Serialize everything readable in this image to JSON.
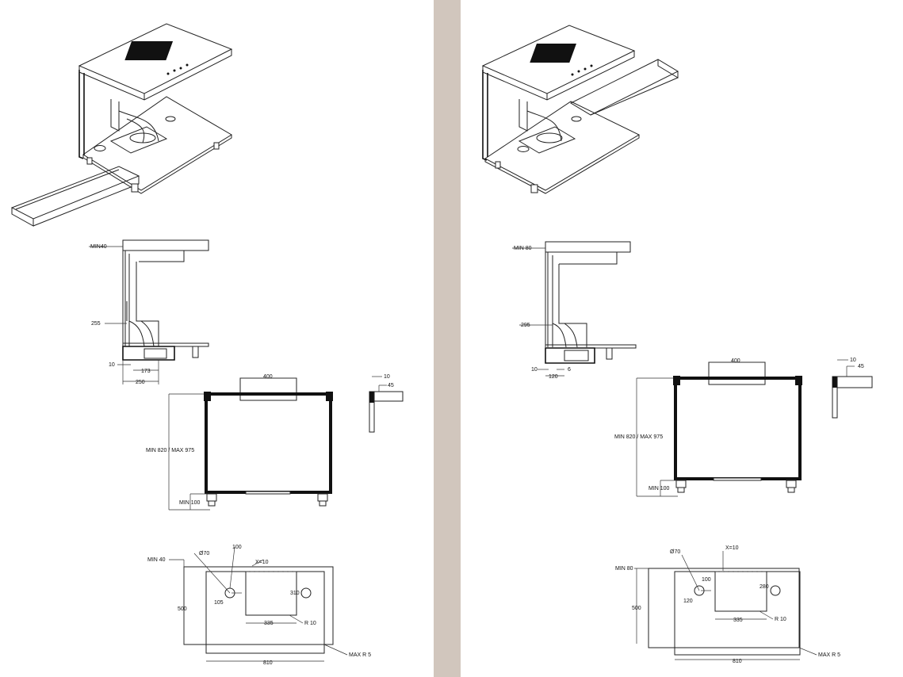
{
  "left": {
    "side": {
      "min_top": "MIN40",
      "height": "255",
      "bottom": "10",
      "width_a": "173",
      "width_b": "250"
    },
    "front": {
      "duct": "400",
      "height": "MIN 820 / MAX  975",
      "plinth": "MIN 100",
      "d10": "10",
      "d45": "45"
    },
    "cutout": {
      "min": "MIN  40",
      "d100": "100",
      "dia": "Ø70",
      "x": "X=10",
      "depth": "500",
      "offset": "105",
      "w": "335",
      "h": "310",
      "r": "R 10",
      "total": "810",
      "maxr": "MAX R 5"
    }
  },
  "right": {
    "side": {
      "min_top": "MIN 80",
      "height": "295",
      "bottom": "10",
      "d6": "6",
      "d120": "120"
    },
    "front": {
      "duct": "400",
      "height": "MIN 820 / MAX  975",
      "plinth": "MIN 100",
      "d10": "10",
      "d45": "45"
    },
    "cutout": {
      "min": "MIN  80",
      "d100": "100",
      "dia": "Ø70",
      "x": "X=10",
      "depth": "500",
      "offset": "120",
      "w": "335",
      "h": "280",
      "r": "R 10",
      "total": "810",
      "maxr": "MAX R 5"
    }
  },
  "colors": {
    "divider": "#d1c6bd",
    "line": "#222222"
  }
}
